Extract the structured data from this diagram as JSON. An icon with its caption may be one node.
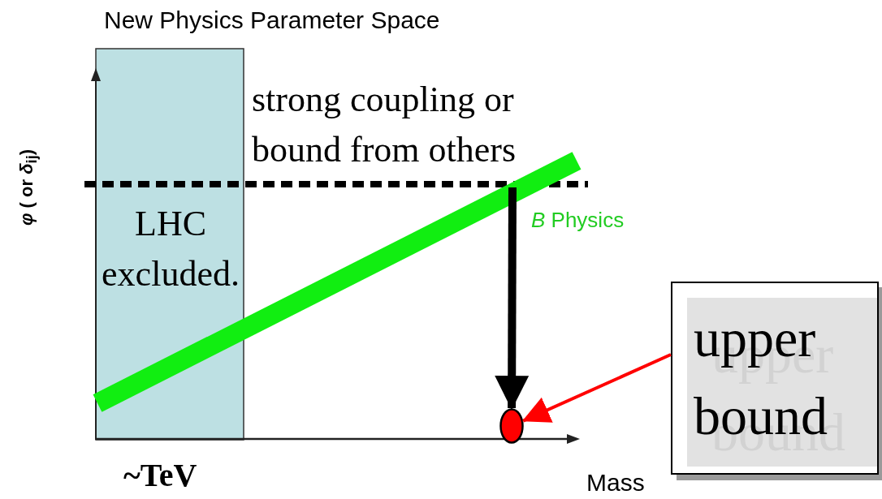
{
  "diagram": {
    "title": "New Physics Parameter Space",
    "nodes": [
      {
        "text": [
          "upper bound"
        ]
      },
      {
        "text": [],
        "shape": "circle"
      }
    ],
    "edges": [
      {
        "from": null,
        "to": 1,
        "arrow": "to",
        "style": "thick"
      },
      {
        "from": 0,
        "to": 1,
        "arrow": "to",
        "color": "#ff0000"
      }
    ],
    "labels": [
      "*φ* ( or *δ*$_{ij}$)",
      "strong coupling or bound from others",
      "LHC excluded.",
      "*B* Physics",
      "~TeV",
      "Mass"
    ]
  }
}
